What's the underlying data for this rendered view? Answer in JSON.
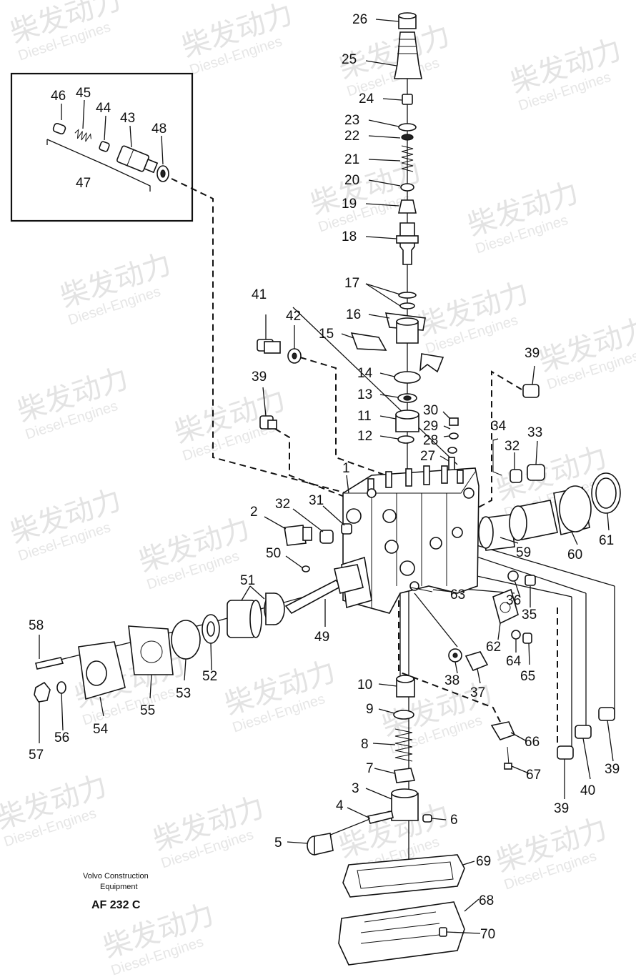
{
  "watermark": {
    "cn": "柴发动力",
    "en": "Diesel-Engines"
  },
  "footer": {
    "line1": "Volvo Construction",
    "line2": "Equipment",
    "code": "AF 232 C"
  },
  "labels": {
    "p1": "1",
    "p2": "2",
    "p3": "3",
    "p4": "4",
    "p5": "5",
    "p6": "6",
    "p7": "7",
    "p8": "8",
    "p9": "9",
    "p10": "10",
    "p11": "11",
    "p12": "12",
    "p13": "13",
    "p14": "14",
    "p15": "15",
    "p16": "16",
    "p17": "17",
    "p18": "18",
    "p19": "19",
    "p20": "20",
    "p21": "21",
    "p22": "22",
    "p23": "23",
    "p24": "24",
    "p25": "25",
    "p26": "26",
    "p27": "27",
    "p28": "28",
    "p29": "29",
    "p30": "30",
    "p31": "31",
    "p32": "32",
    "p33": "33",
    "p34": "34",
    "p35": "35",
    "p36": "36",
    "p37": "37",
    "p38": "38",
    "p39": "39",
    "p40": "40",
    "p41": "41",
    "p42": "42",
    "p43": "43",
    "p44": "44",
    "p45": "45",
    "p46": "46",
    "p47": "47",
    "p48": "48",
    "p49": "49",
    "p50": "50",
    "p51": "51",
    "p52": "52",
    "p53": "53",
    "p54": "54",
    "p55": "55",
    "p56": "56",
    "p57": "57",
    "p58": "58",
    "p59": "59",
    "p60": "60",
    "p61": "61",
    "p62": "62",
    "p63": "63",
    "p64": "64",
    "p65": "65",
    "p66": "66",
    "p67": "67",
    "p68": "68",
    "p69": "69",
    "p70": "70"
  }
}
